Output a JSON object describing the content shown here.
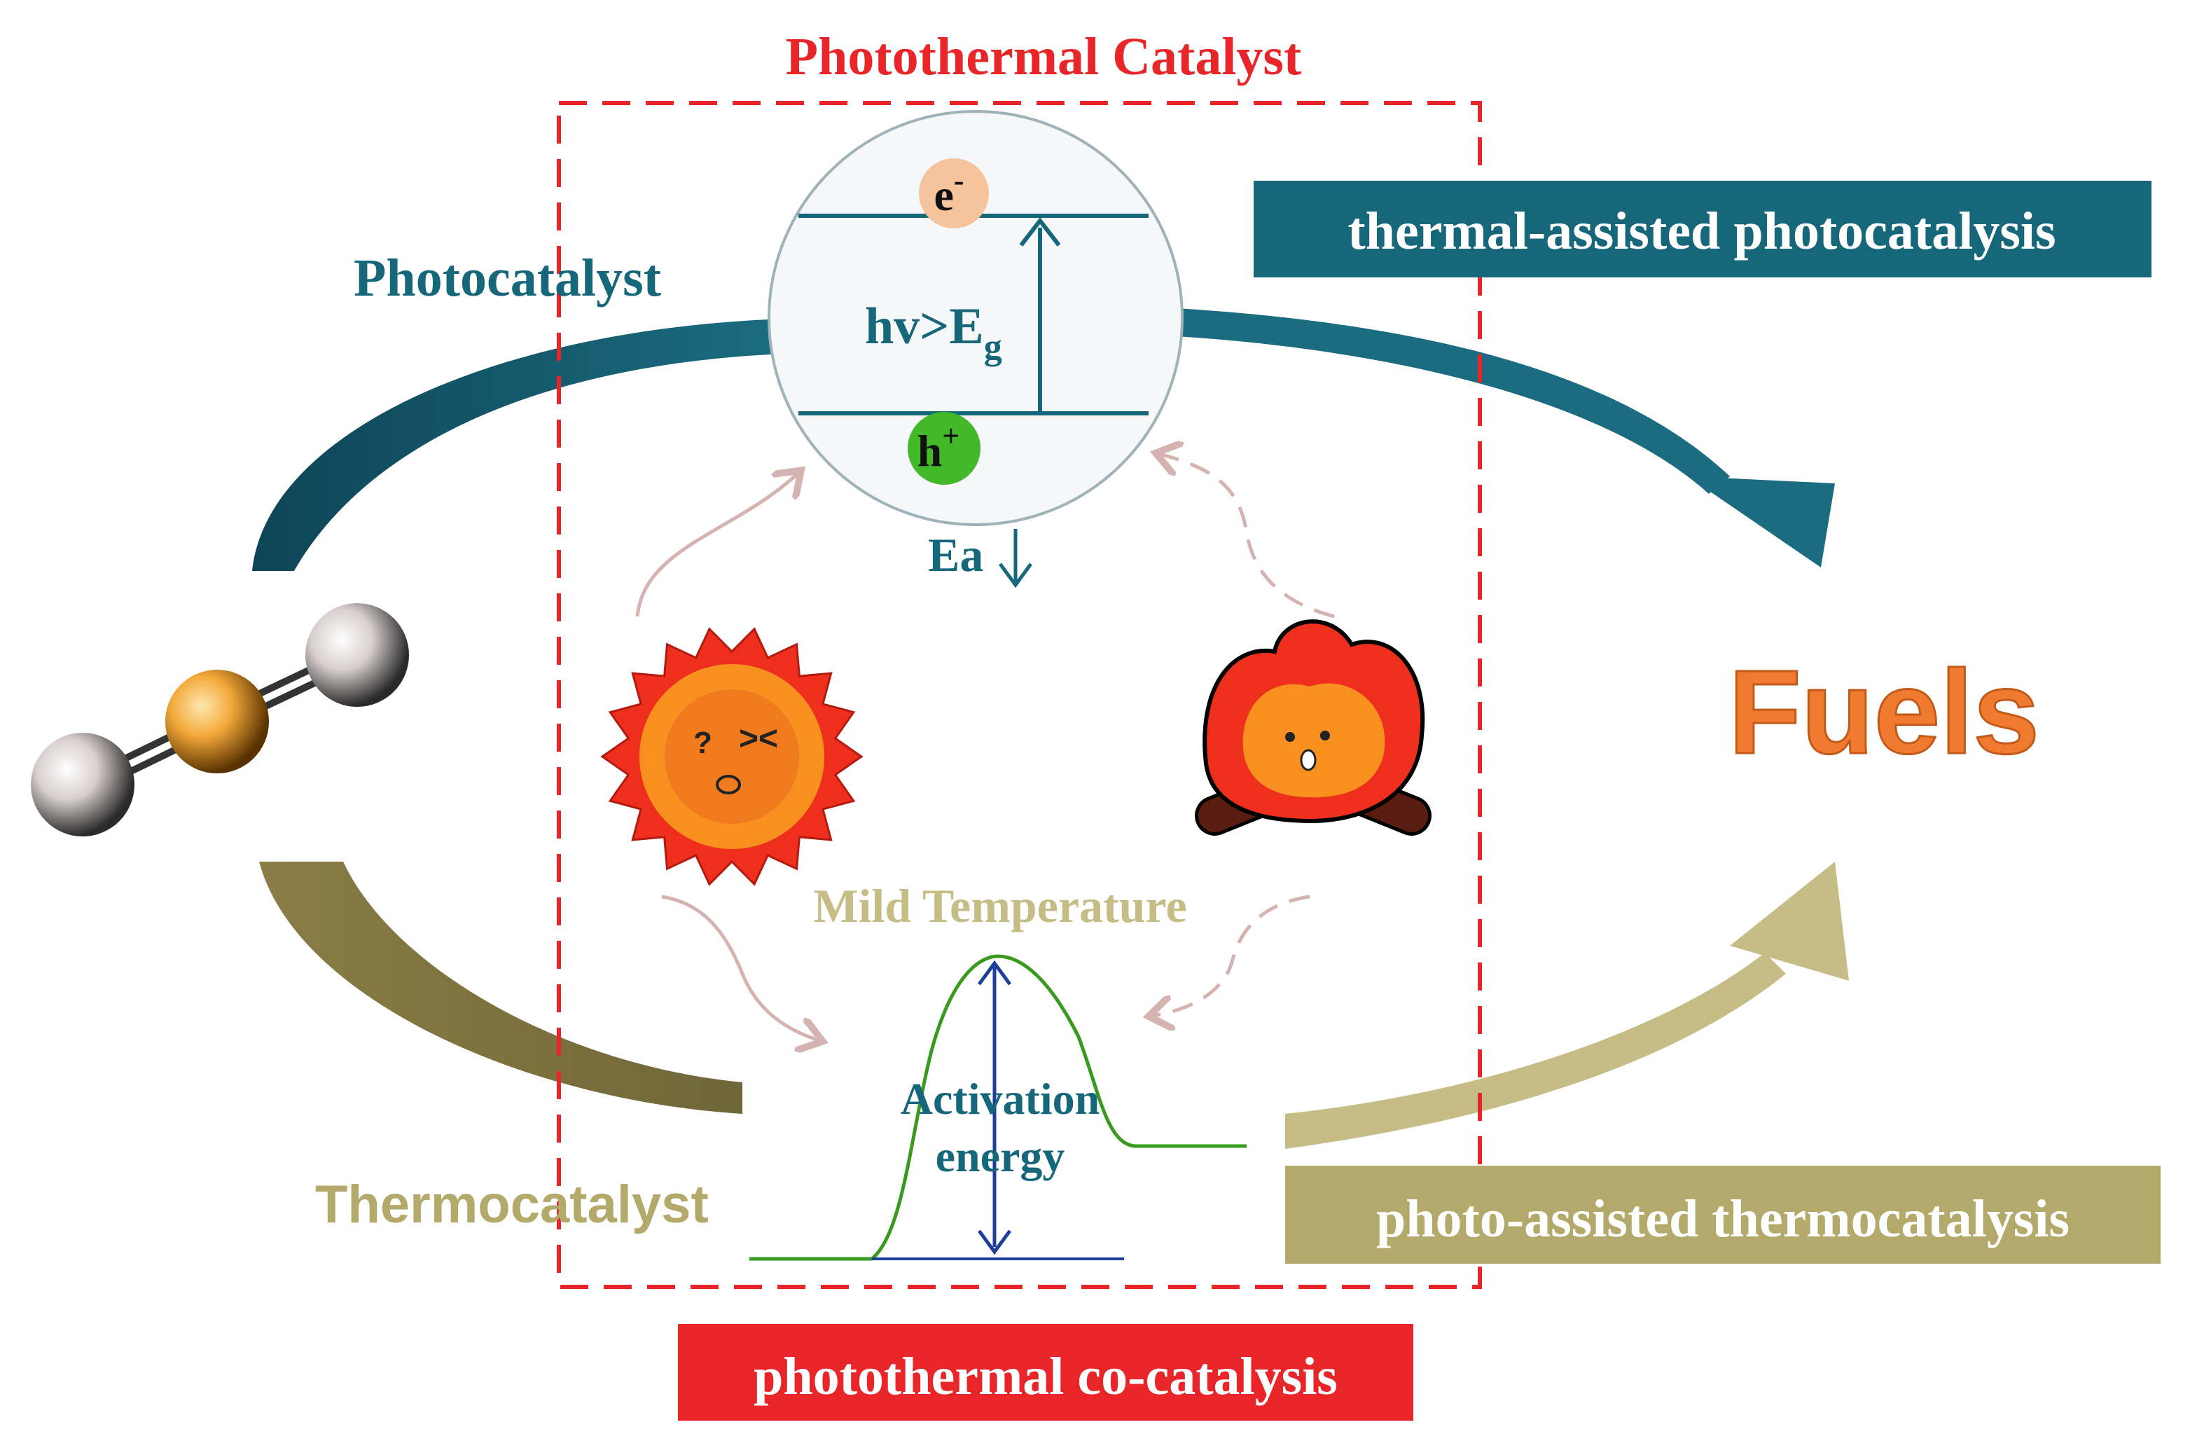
{
  "labels": {
    "photothermal_catalyst": "Photothermal Catalyst",
    "photocatalyst": "Photocatalyst",
    "thermocatalyst": "Thermocatalyst",
    "thermal_assisted": "thermal-assisted photocatalysis",
    "photo_assisted": "photo-assisted thermocatalysis",
    "co_catalysis": "photothermal co-catalysis",
    "fuels": "Fuels",
    "electron": "e",
    "electron_sup": "-",
    "hole": "h",
    "hole_sup": "+",
    "hv": "hv>E",
    "hv_sub": "g",
    "ea": "Ea",
    "mild_temperature": "Mild Temperature",
    "activation_line1": "Activation",
    "activation_line2": "energy"
  },
  "colors": {
    "red": "#e8262a",
    "teal": "#17677a",
    "teal_dark": "#0f4f60",
    "olive": "#b3a96a",
    "olive_light": "#c6bd86",
    "orange": "#f07a2f",
    "sun_red": "#ef2f1e",
    "flame_orange": "#f7901e",
    "green_curve": "#3a9a1f",
    "blue_arrow": "#1d3f9a",
    "electron_fill": "#f6c49c",
    "hole_fill": "#43b92a",
    "circle_fill": "#f5f7f8",
    "pink_arrow": "#d4b3b0"
  },
  "icons": {
    "molecule": "molecule-icon",
    "sun": "sun-icon",
    "fire": "campfire-icon"
  }
}
